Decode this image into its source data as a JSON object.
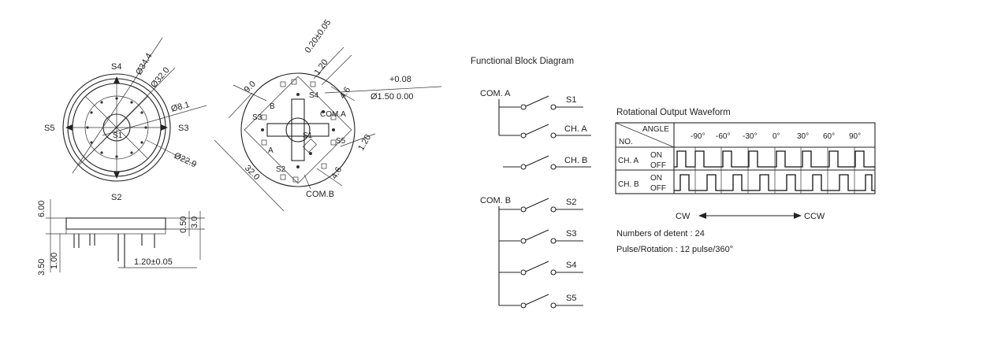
{
  "top_view": {
    "switch_labels": {
      "top": "S4",
      "left": "S5",
      "right": "S3",
      "bottom": "S2"
    },
    "dims": {
      "d1": "Ø34.4",
      "d2": "Ø32.0",
      "d3": "Ø8.1",
      "d4": "Ø22.9"
    },
    "center": "S1"
  },
  "pcb_view": {
    "dims": {
      "tol": "0.20±0.05",
      "w": "1.20",
      "h46": "4.6",
      "dia_tol": "+0.08",
      "dia_nom": "Ø1.50  0.00",
      "nine": "9.0",
      "thirty_two": "32.0",
      "r120": "1.20",
      "r46": "4.6"
    },
    "labels": {
      "s4": "S4",
      "s3": "S3",
      "s5": "S5",
      "s2": "S2",
      "s1": "S1",
      "a": "A",
      "b": "B",
      "com_a": "COM.A",
      "com_b": "COM.B"
    }
  },
  "side_view": {
    "dims": {
      "h600": "6.00",
      "h050": "0.50",
      "h30": "3.0",
      "h350": "3.50",
      "h100": "1.00",
      "pitch": "1.20±0.05"
    }
  },
  "block_diagram": {
    "title": "Functional Block Diagram",
    "com_a": "COM. A",
    "com_b": "COM. B",
    "outputs_a": [
      "S1",
      "CH. A",
      "CH. B"
    ],
    "outputs_b": [
      "S2",
      "S3",
      "S4",
      "S5"
    ]
  },
  "waveform": {
    "title": "Rotational Output Waveform",
    "header_angle": "ANGLE",
    "header_no": "NO.",
    "angles": [
      "-90°",
      "-60°",
      "-30°",
      "0°",
      "30°",
      "60°",
      "90°"
    ],
    "rows": [
      {
        "label": "CH. A",
        "on": "ON",
        "off": "OFF"
      },
      {
        "label": "CH. B",
        "on": "ON",
        "off": "OFF"
      }
    ],
    "direction_left": "CW",
    "direction_right": "CCW",
    "detents": "Numbers of detent : 24",
    "pulse": "Pulse/Rotation : 12 pulse/360°"
  }
}
